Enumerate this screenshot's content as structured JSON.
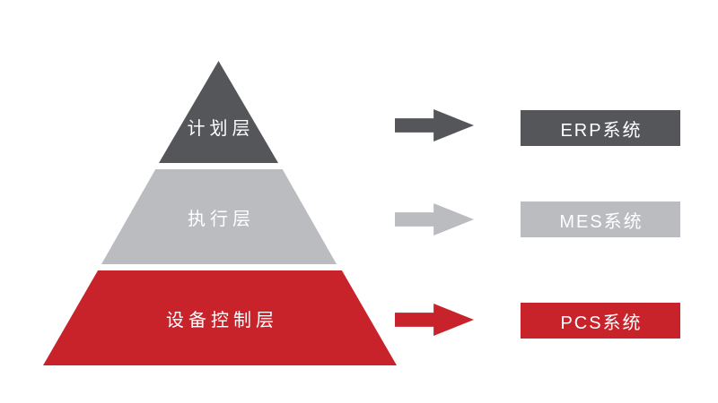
{
  "colors": {
    "dark_gray": "#55565A",
    "light_gray": "#BBBCC0",
    "red": "#C8232B",
    "label_text": "#FFFFFF",
    "background": "#FFFFFF"
  },
  "pyramid": {
    "layers": [
      {
        "id": "planning",
        "label": "计划层",
        "color": "#55565A"
      },
      {
        "id": "execution",
        "label": "执行层",
        "color": "#BBBCC0"
      },
      {
        "id": "device-control",
        "label": "设备控制层",
        "color": "#C8232B"
      }
    ]
  },
  "arrows": [
    {
      "id": "arrow-erp",
      "direction": "right",
      "color": "#55565A"
    },
    {
      "id": "arrow-mes",
      "direction": "right",
      "color": "#BBBCC0"
    },
    {
      "id": "arrow-pcs",
      "direction": "right",
      "color": "#C8232B"
    }
  ],
  "systems": [
    {
      "id": "erp",
      "label": "ERP系统",
      "color": "#55565A"
    },
    {
      "id": "mes",
      "label": "MES系统",
      "color": "#BBBCC0"
    },
    {
      "id": "pcs",
      "label": "PCS系统",
      "color": "#C8232B"
    }
  ]
}
